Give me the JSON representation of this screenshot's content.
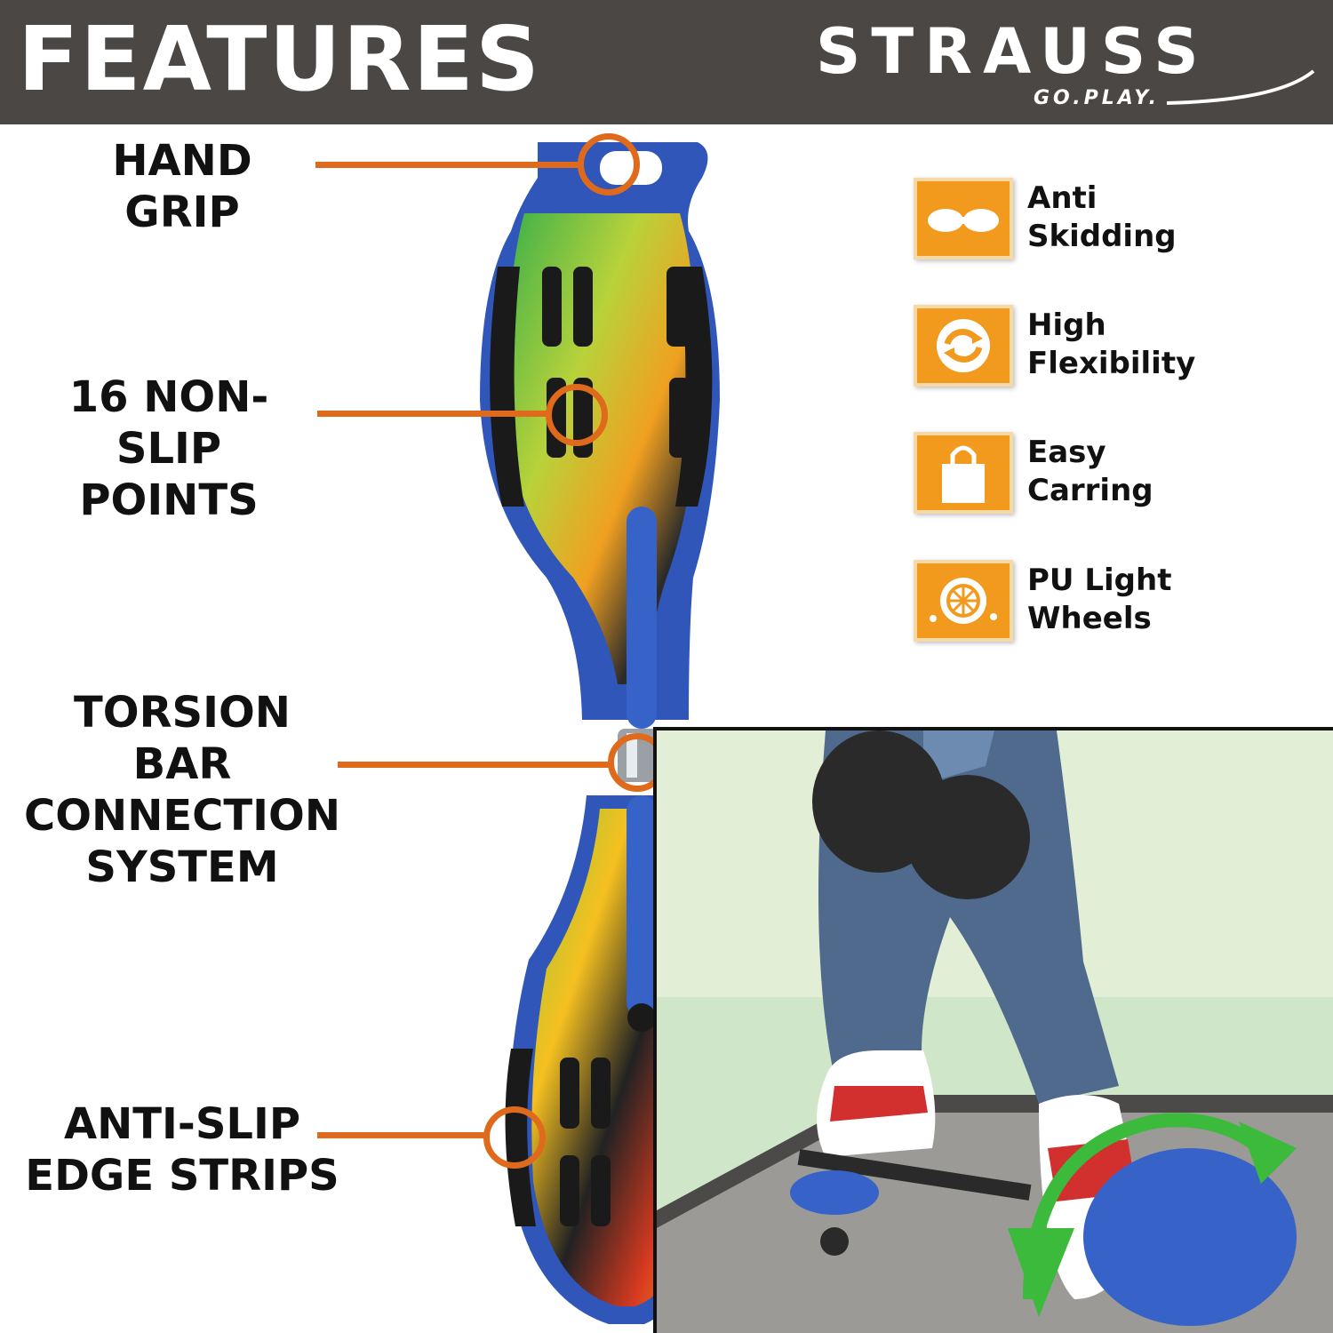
{
  "header": {
    "title": "FEATURES"
  },
  "brand": {
    "name": "STRAUSS",
    "tagline": "GO.PLAY."
  },
  "callouts": [
    {
      "lines": [
        "HAND GRIP"
      ]
    },
    {
      "lines": [
        "16 NON-SLIP",
        "POINTS"
      ]
    },
    {
      "lines": [
        "TORSION BAR",
        "CONNECTION",
        "SYSTEM"
      ]
    },
    {
      "lines": [
        "ANTI-SLIP",
        "EDGE STRIPS"
      ]
    }
  ],
  "features": [
    {
      "icon": "wheels-skid-icon",
      "line1": "Anti",
      "line2": "Skidding"
    },
    {
      "icon": "rotation-arrows-icon",
      "line1": "High",
      "line2": "Flexibility"
    },
    {
      "icon": "shopping-bag-icon",
      "line1": "Easy",
      "line2": "Carring"
    },
    {
      "icon": "wheel-light-icon",
      "line1": "PU Light",
      "line2": "Wheels"
    }
  ],
  "colors": {
    "header_bg": "#4a4744",
    "accent_orange": "#e06a1b",
    "icon_orange": "#f29a1e",
    "board_blue": "#2f56b8",
    "arrow_green": "#3cba3c"
  }
}
